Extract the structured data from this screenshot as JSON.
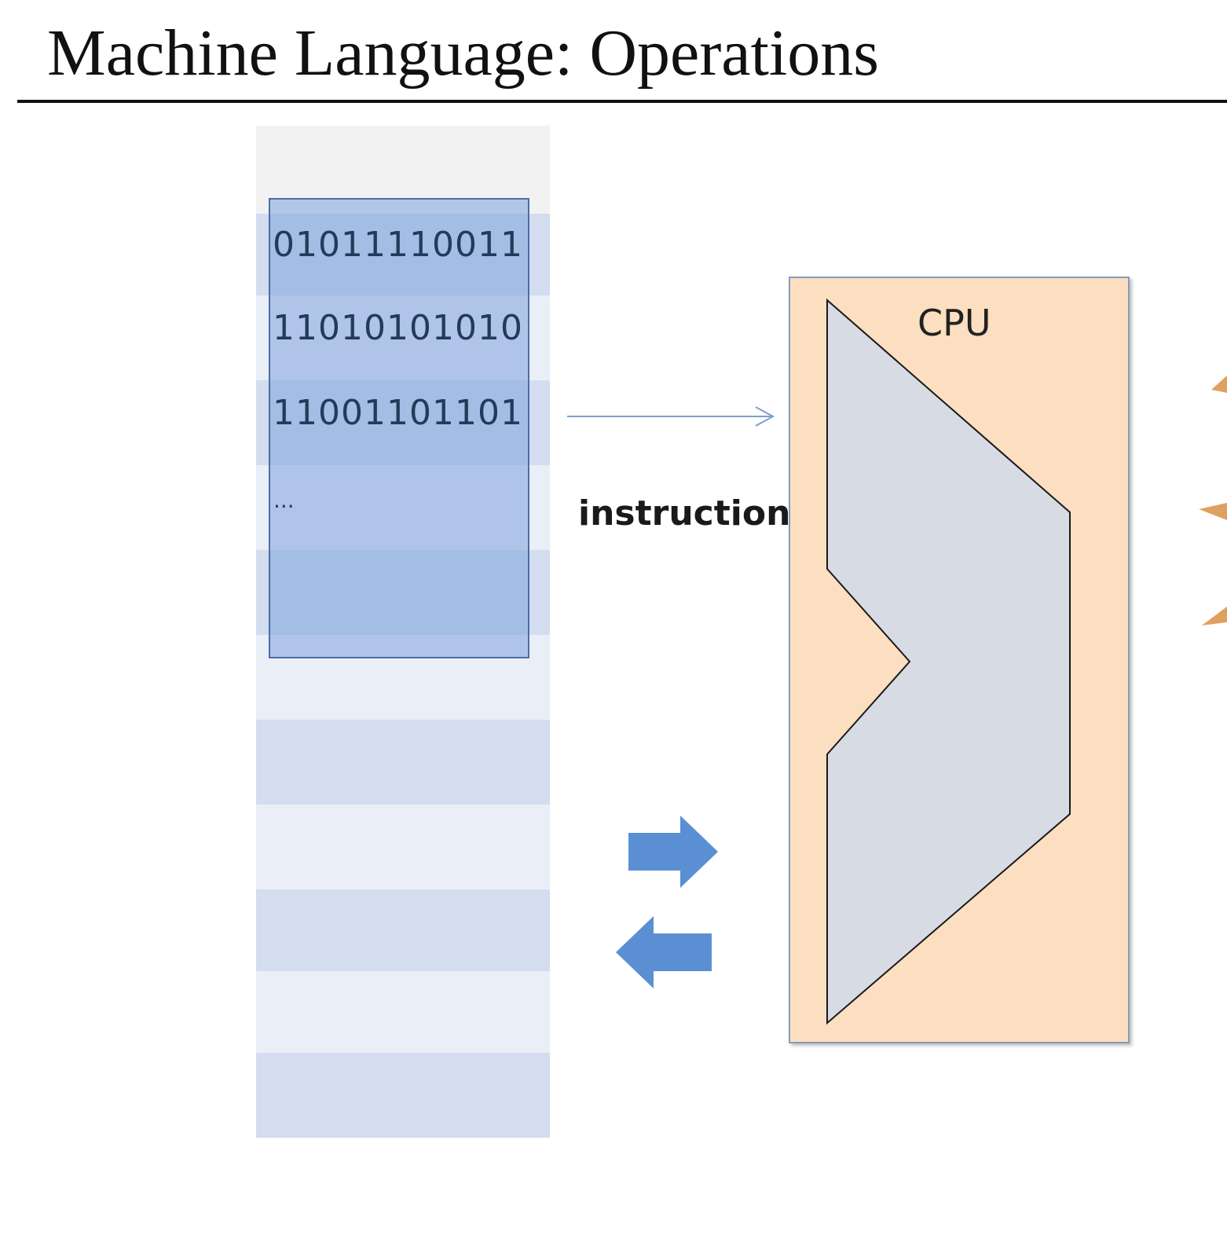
{
  "slide": {
    "title": "Machine Language: Operations"
  },
  "memory": {
    "words": [
      "01011110011",
      "11010101010",
      "11001101101"
    ],
    "ellipsis": "..."
  },
  "diagram": {
    "instruction_label": "instruction",
    "cpu_label": "CPU"
  },
  "colors": {
    "highlight": "#7ea3dc",
    "cpu_fill": "#fbdfc0",
    "alu_fill": "#d7dbe4",
    "arrow": "#5b8fd4",
    "row_light": "#eaeef7",
    "row_mid": "#d3ddef"
  }
}
